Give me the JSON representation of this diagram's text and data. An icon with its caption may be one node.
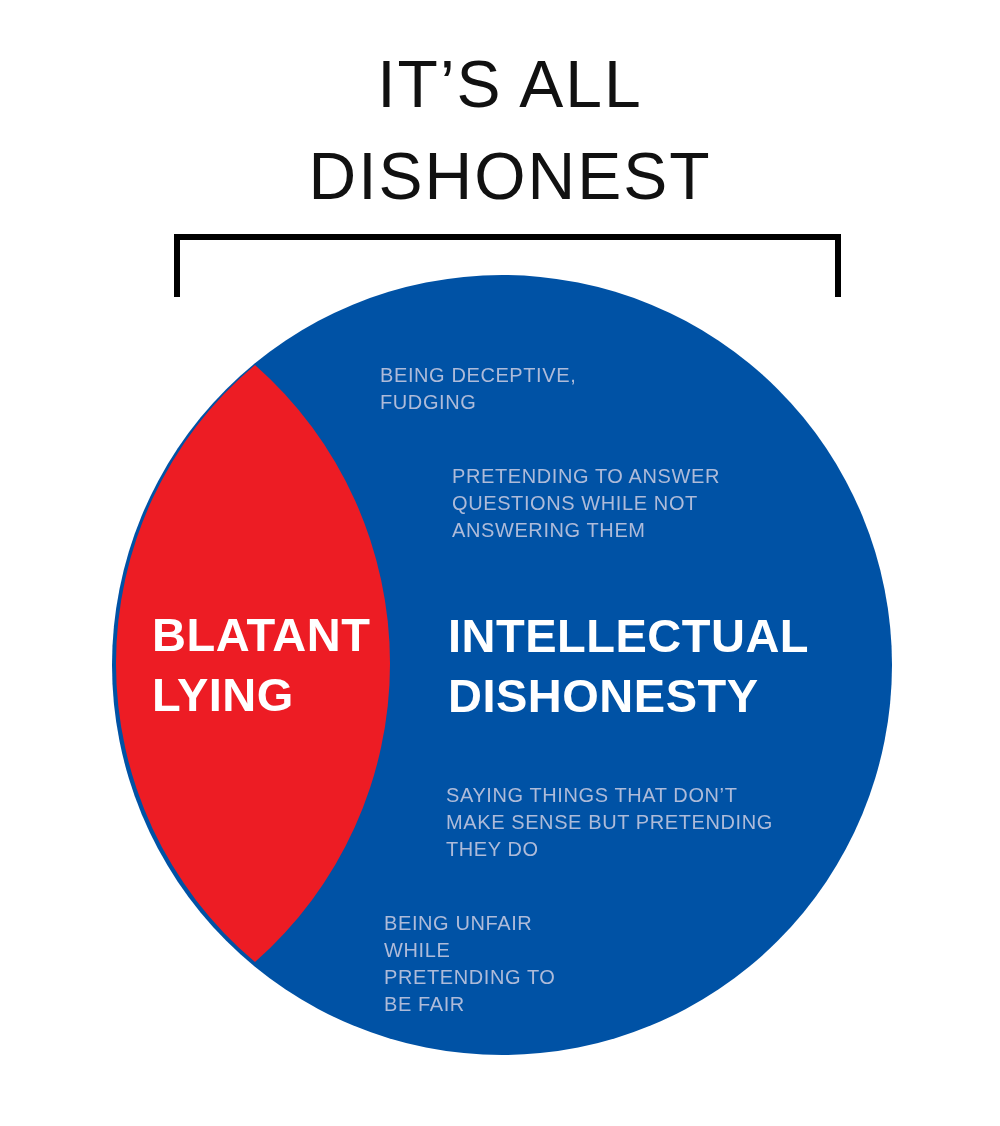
{
  "diagram": {
    "title": "IT’S ALL DISHONEST",
    "nodes": [
      {
        "text": [
          "BEING DECEPTIVE, FUDGING",
          "PRETENDING TO ANSWER QUESTIONS WHILE NOT ANSWERING THEM",
          "INTELLECTUAL DISHONESTY",
          "SAYING THINGS THAT DON’T MAKE SENSE BUT PRETENDING THEY DO",
          "BEING UNFAIR WHILE PRETENDING TO BE FAIR"
        ]
      },
      {
        "text": [
          "BLATANT LYING"
        ],
        "in": 0
      }
    ]
  }
}
